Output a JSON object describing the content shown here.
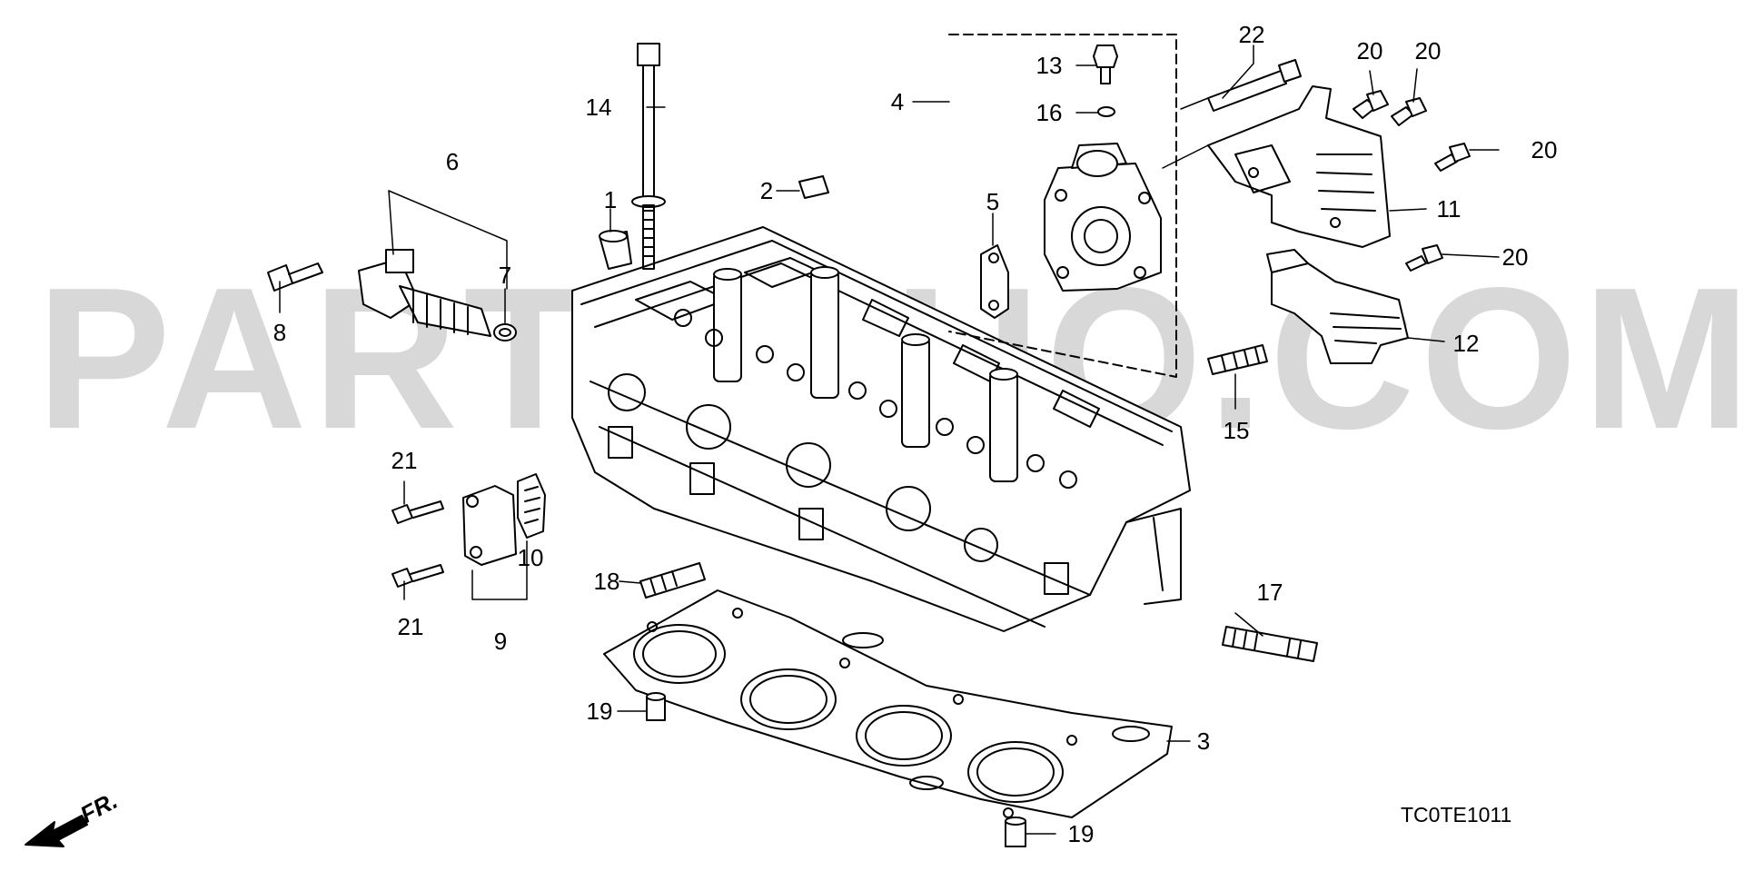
{
  "watermark": "PARTSOUQ.COM",
  "diagram_code": "TC0TE1011",
  "front_marker": "FR.",
  "callouts": [
    {
      "id": "c1",
      "text": "1"
    },
    {
      "id": "c2",
      "text": "2"
    },
    {
      "id": "c3",
      "text": "3"
    },
    {
      "id": "c4",
      "text": "4"
    },
    {
      "id": "c5",
      "text": "5"
    },
    {
      "id": "c6",
      "text": "6"
    },
    {
      "id": "c7",
      "text": "7"
    },
    {
      "id": "c8",
      "text": "8"
    },
    {
      "id": "c9",
      "text": "9"
    },
    {
      "id": "c10",
      "text": "10"
    },
    {
      "id": "c11",
      "text": "11"
    },
    {
      "id": "c12",
      "text": "12"
    },
    {
      "id": "c13",
      "text": "13"
    },
    {
      "id": "c14",
      "text": "14"
    },
    {
      "id": "c15",
      "text": "15"
    },
    {
      "id": "c16",
      "text": "16"
    },
    {
      "id": "c17",
      "text": "17"
    },
    {
      "id": "c18",
      "text": "18"
    },
    {
      "id": "c19a",
      "text": "19"
    },
    {
      "id": "c19b",
      "text": "19"
    },
    {
      "id": "c20a",
      "text": "20"
    },
    {
      "id": "c20b",
      "text": "20"
    },
    {
      "id": "c20c",
      "text": "20"
    },
    {
      "id": "c20d",
      "text": "20"
    },
    {
      "id": "c21a",
      "text": "21"
    },
    {
      "id": "c21b",
      "text": "21"
    },
    {
      "id": "c22",
      "text": "22"
    }
  ]
}
